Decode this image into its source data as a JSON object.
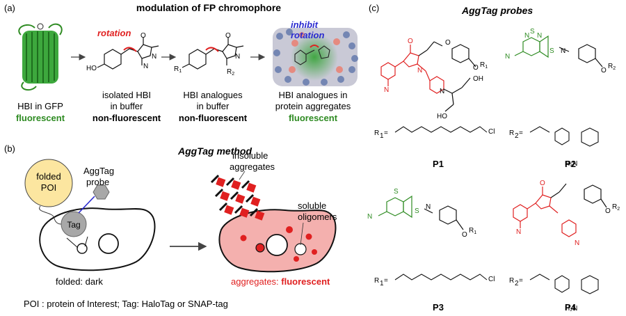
{
  "panel_a": {
    "label": "(a)",
    "title": "modulation of FP chromophore",
    "rotation": "rotation",
    "inhibit_1": "inhibit",
    "inhibit_2": "rotation",
    "captions": [
      {
        "l1": "HBI in GFP",
        "l2": "",
        "bold": "fluorescent",
        "color": "#2e8b22"
      },
      {
        "l1": "isolated HBI",
        "l2": "in buffer",
        "bold": "non-fluorescent",
        "color": "#111111"
      },
      {
        "l1": "HBI analogues",
        "l2": "in buffer",
        "bold": "non-fluorescent",
        "color": "#111111"
      },
      {
        "l1": "HBI analogues in",
        "l2": "protein aggregates",
        "bold": "fluorescent",
        "color": "#2e8b22"
      }
    ]
  },
  "panel_b": {
    "label": "(b)",
    "title": "AggTag method",
    "folded": "folded",
    "poi": "POI",
    "tag": "Tag",
    "aggtag1": "AggTag",
    "aggtag2": "probe",
    "insoluble1": "insoluble",
    "insoluble2": "aggregates",
    "soluble1": "soluble",
    "soluble2": "oligomers",
    "dark": "folded: dark",
    "agg_prefix": "aggregates: ",
    "agg_bold": "fluorescent",
    "footer": "POI : protein of Interest; Tag: HaloTag or SNAP-tag"
  },
  "panel_c": {
    "label": "(c)",
    "title": "AggTag probes",
    "probes": [
      "P1",
      "P2",
      "P3",
      "P4"
    ],
    "r1": "R",
    "r2": "R"
  },
  "colors": {
    "red": "#e02020",
    "green": "#2e8b22",
    "blue": "#2a2ad0",
    "cell": "#f4b0ae"
  }
}
